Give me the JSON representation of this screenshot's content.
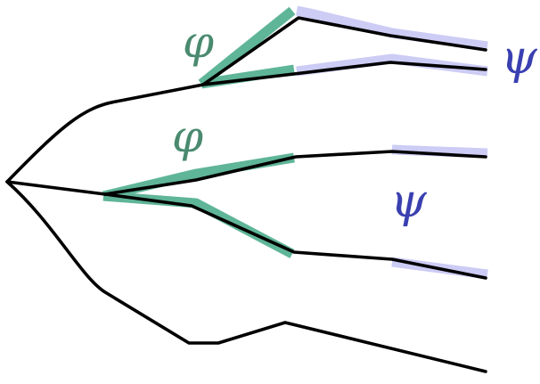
{
  "colors": {
    "branch": "#000000",
    "phi_highlight": "#5fb598",
    "phi_text": "#4a8a6f",
    "psi_highlight": "#ccccf5",
    "psi_text": "#3a40b0",
    "background": "#ffffff"
  },
  "labels": {
    "phi_top": "φ",
    "phi_middle": "φ",
    "psi_top": "ψ",
    "psi_middle": "ψ"
  }
}
